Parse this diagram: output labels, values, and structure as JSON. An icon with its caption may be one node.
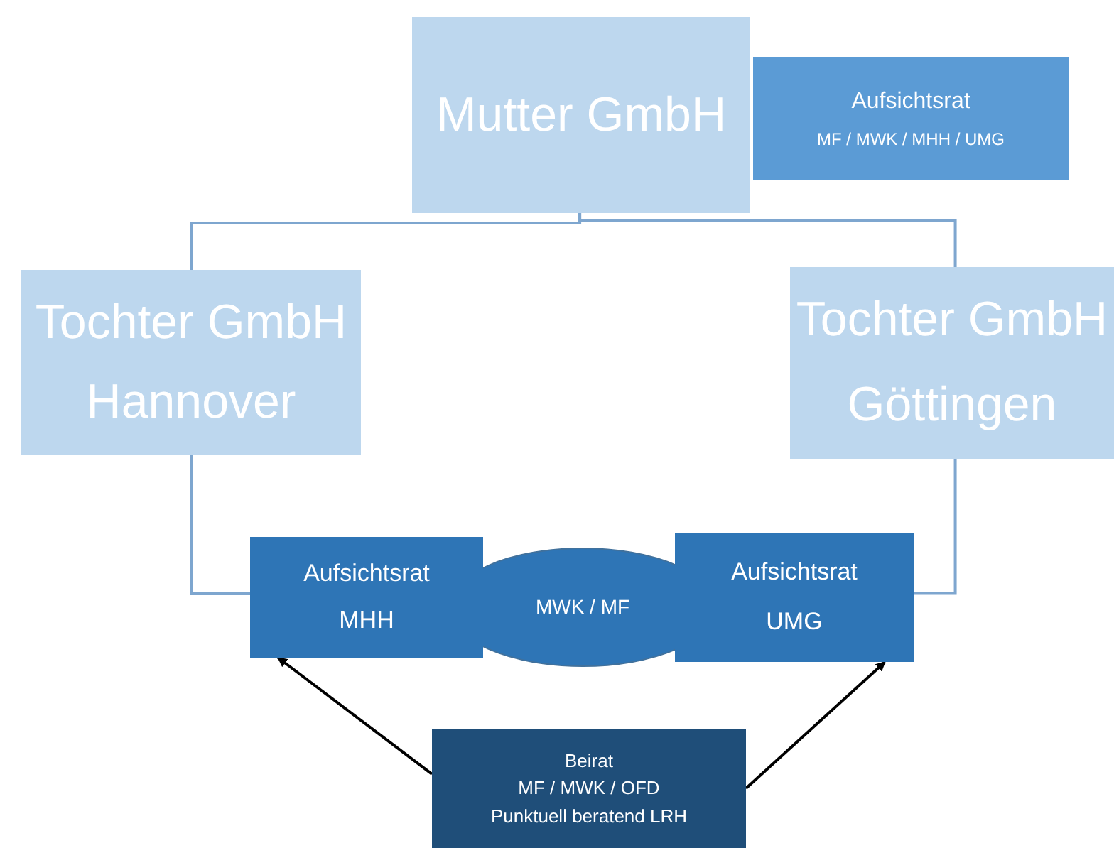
{
  "diagram": {
    "nodes": [
      {
        "text": [
          "Mutter GmbH"
        ]
      },
      {
        "text": [
          "Aufsichtsrat",
          "MF / MWK / MHH / UMG"
        ]
      },
      {
        "text": [
          "Tochter GmbH Hannover"
        ]
      },
      {
        "text": [
          "Tochter GmbH Göttingen"
        ]
      },
      {
        "text": [
          "Aufsichtsrat",
          "MHH"
        ]
      },
      {
        "text": [
          "MWK / MF"
        ]
      },
      {
        "text": [
          "Aufsichtsrat",
          "UMG"
        ]
      },
      {
        "text": [
          "Beirat",
          "MF / MWK / OFD",
          "Punktuell beratend LRH"
        ]
      }
    ],
    "edges": [
      {
        "from": 0,
        "to": 2,
        "arrow": "none"
      },
      {
        "from": 0,
        "to": 3,
        "arrow": "none"
      },
      {
        "from": 2,
        "to": 4,
        "arrow": "none"
      },
      {
        "from": 3,
        "to": 6,
        "arrow": "none"
      },
      {
        "from": 7,
        "to": 4,
        "arrow": "to",
        "color": "#000000"
      },
      {
        "from": 7,
        "to": 6,
        "arrow": "to",
        "color": "#000000"
      }
    ]
  }
}
